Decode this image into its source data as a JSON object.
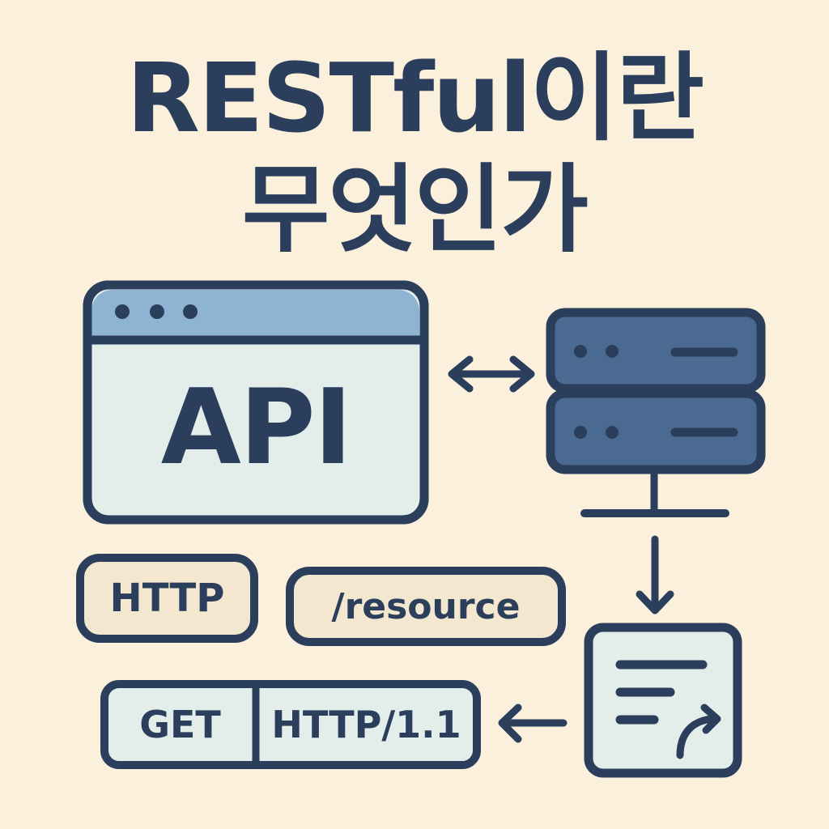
{
  "title": {
    "line1": "RESTful이란",
    "line2": "무엇인가"
  },
  "browser_window": {
    "label": "API",
    "dots": 3,
    "titlebar_color": "#8FB3D3",
    "body_color": "#E3EEEB"
  },
  "server": {
    "units": 2,
    "fill_color": "#4A6A92"
  },
  "tags": {
    "protocol": "HTTP",
    "resource": "/resource"
  },
  "request_line": {
    "method": "GET",
    "version": "HTTP/1.1"
  },
  "document": {
    "lines": 3
  },
  "colors": {
    "background": "#FAF0DC",
    "stroke": "#2B3E5C",
    "tag_fill": "#F3E8CF",
    "light_fill": "#E3EEEB"
  }
}
